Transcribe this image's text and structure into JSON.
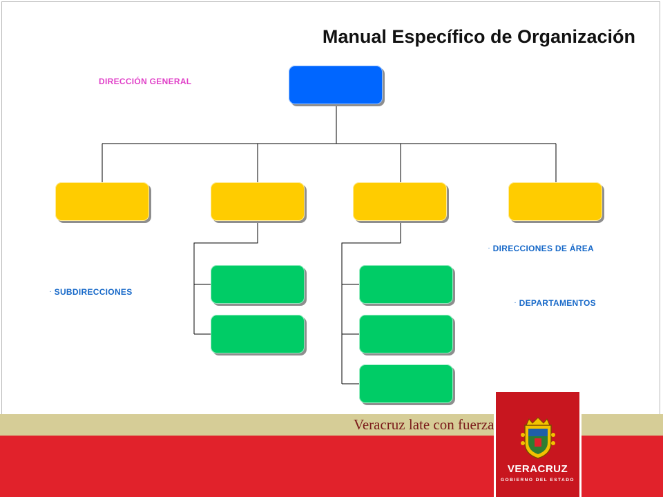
{
  "title": "Manual Específico de Organización",
  "legend": {
    "direccion_general": "DIRECCIÓN GENERAL",
    "direcciones_area": "DIRECCIONES DE ÁREA",
    "subdirecciones": "SUBDIRECCIONES",
    "departamentos": "DEPARTAMENTOS",
    "bullet": "·"
  },
  "colors": {
    "direccion_general": "#0066ff",
    "direcciones_area": "#ffcc00",
    "subdirecciones": "#00cc66",
    "label_pink": "#e040c8",
    "label_blue": "#1668c8",
    "footer_red": "#e1222b",
    "footer_tan": "#d6cd97"
  },
  "org_chart": {
    "root": {
      "level": "direccion_general"
    },
    "areas": [
      {
        "level": "direcciones_area",
        "children": 0
      },
      {
        "level": "direcciones_area",
        "children": 2
      },
      {
        "level": "direcciones_area",
        "children": 3
      },
      {
        "level": "direcciones_area",
        "children": 0
      }
    ]
  },
  "footer": {
    "slogan": "Veracruz late con fuerza",
    "logo_name": "VERACRUZ",
    "logo_sub": "GOBIERNO DEL ESTADO"
  }
}
